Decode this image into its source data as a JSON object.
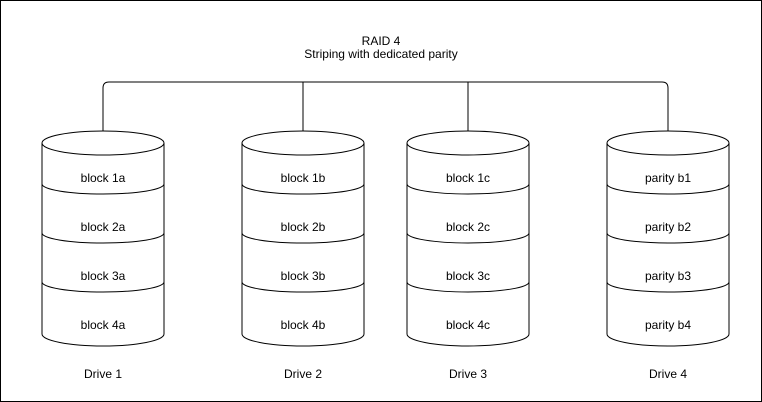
{
  "diagram": {
    "title": "RAID 4",
    "subtitle": "Striping with dedicated parity",
    "drives": [
      {
        "label": "Drive 1",
        "blocks": [
          "block 1a",
          "block 2a",
          "block 3a",
          "block 4a"
        ]
      },
      {
        "label": "Drive 2",
        "blocks": [
          "block 1b",
          "block 2b",
          "block 3b",
          "block 4b"
        ]
      },
      {
        "label": "Drive 3",
        "blocks": [
          "block 1c",
          "block 2c",
          "block 3c",
          "block 4c"
        ]
      },
      {
        "label": "Drive 4",
        "blocks": [
          "parity b1",
          "parity b2",
          "parity b3",
          "parity b4"
        ]
      }
    ],
    "colors": {
      "line": "#000000",
      "fill": "#ffffff",
      "text": "#000000",
      "border": "#000000"
    }
  }
}
